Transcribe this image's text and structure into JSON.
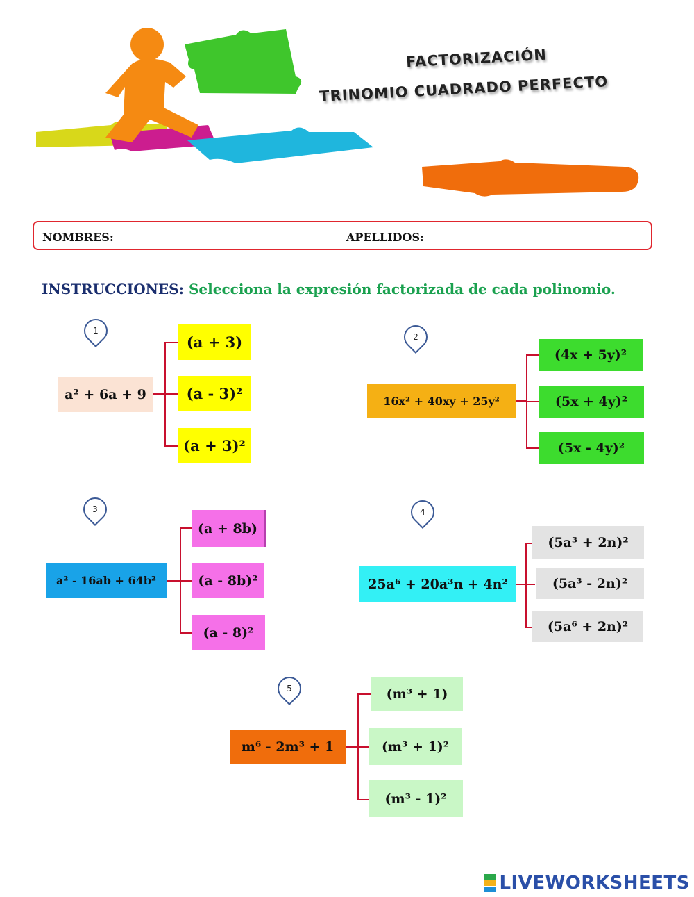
{
  "header": {
    "title_line1": "FACTORIZACIÓN",
    "title_line2": "TRINOMIO CUADRADO PERFECTO"
  },
  "form": {
    "names_label": "NOMBRES:",
    "surnames_label": "APELLIDOS:"
  },
  "instructions": {
    "label": "INSTRUCCIONES:",
    "text": "Selecciona la expresión factorizada de cada polinomio."
  },
  "exercises": [
    {
      "number": "1",
      "polynomial": "a² + 6a + 9",
      "options": [
        "(a + 3)",
        "(a - 3)²",
        "(a + 3)²"
      ]
    },
    {
      "number": "2",
      "polynomial": "16x² + 40xy + 25y²",
      "options": [
        "(4x + 5y)²",
        "(5x + 4y)²",
        "(5x - 4y)²"
      ]
    },
    {
      "number": "3",
      "polynomial": "a² - 16ab + 64b²",
      "options": [
        "(a + 8b)",
        "(a - 8b)²",
        "(a - 8)²"
      ]
    },
    {
      "number": "4",
      "polynomial": "25a⁶ + 20a³n + 4n²",
      "options": [
        "(5a³ + 2n)²",
        "(5a³ - 2n)²",
        "(5a⁶ + 2n)²"
      ]
    },
    {
      "number": "5",
      "polynomial": "m⁶ - 2m³ + 1",
      "options": [
        "(m³ + 1)",
        "(m³ + 1)²",
        "(m³ - 1)²"
      ]
    }
  ],
  "footer": {
    "brand": "LIVEWORKSHEETS",
    "brand_icon": "live-badge-icon"
  },
  "colors": {
    "ex1_poly": "#fbe3d4",
    "ex1_opt": "#ffff00",
    "ex2_poly": "#f5b014",
    "ex2_opt": "#3ddc2e",
    "ex3_poly": "#19a3e8",
    "ex3_opt": "#f570e8",
    "ex4_poly": "#33f0f5",
    "ex4_opt": "#e3e3e3",
    "ex5_poly": "#f06d0c",
    "ex5_opt": "#c9f7c6",
    "connector": "#c8102e",
    "frame": "#e0262e"
  }
}
